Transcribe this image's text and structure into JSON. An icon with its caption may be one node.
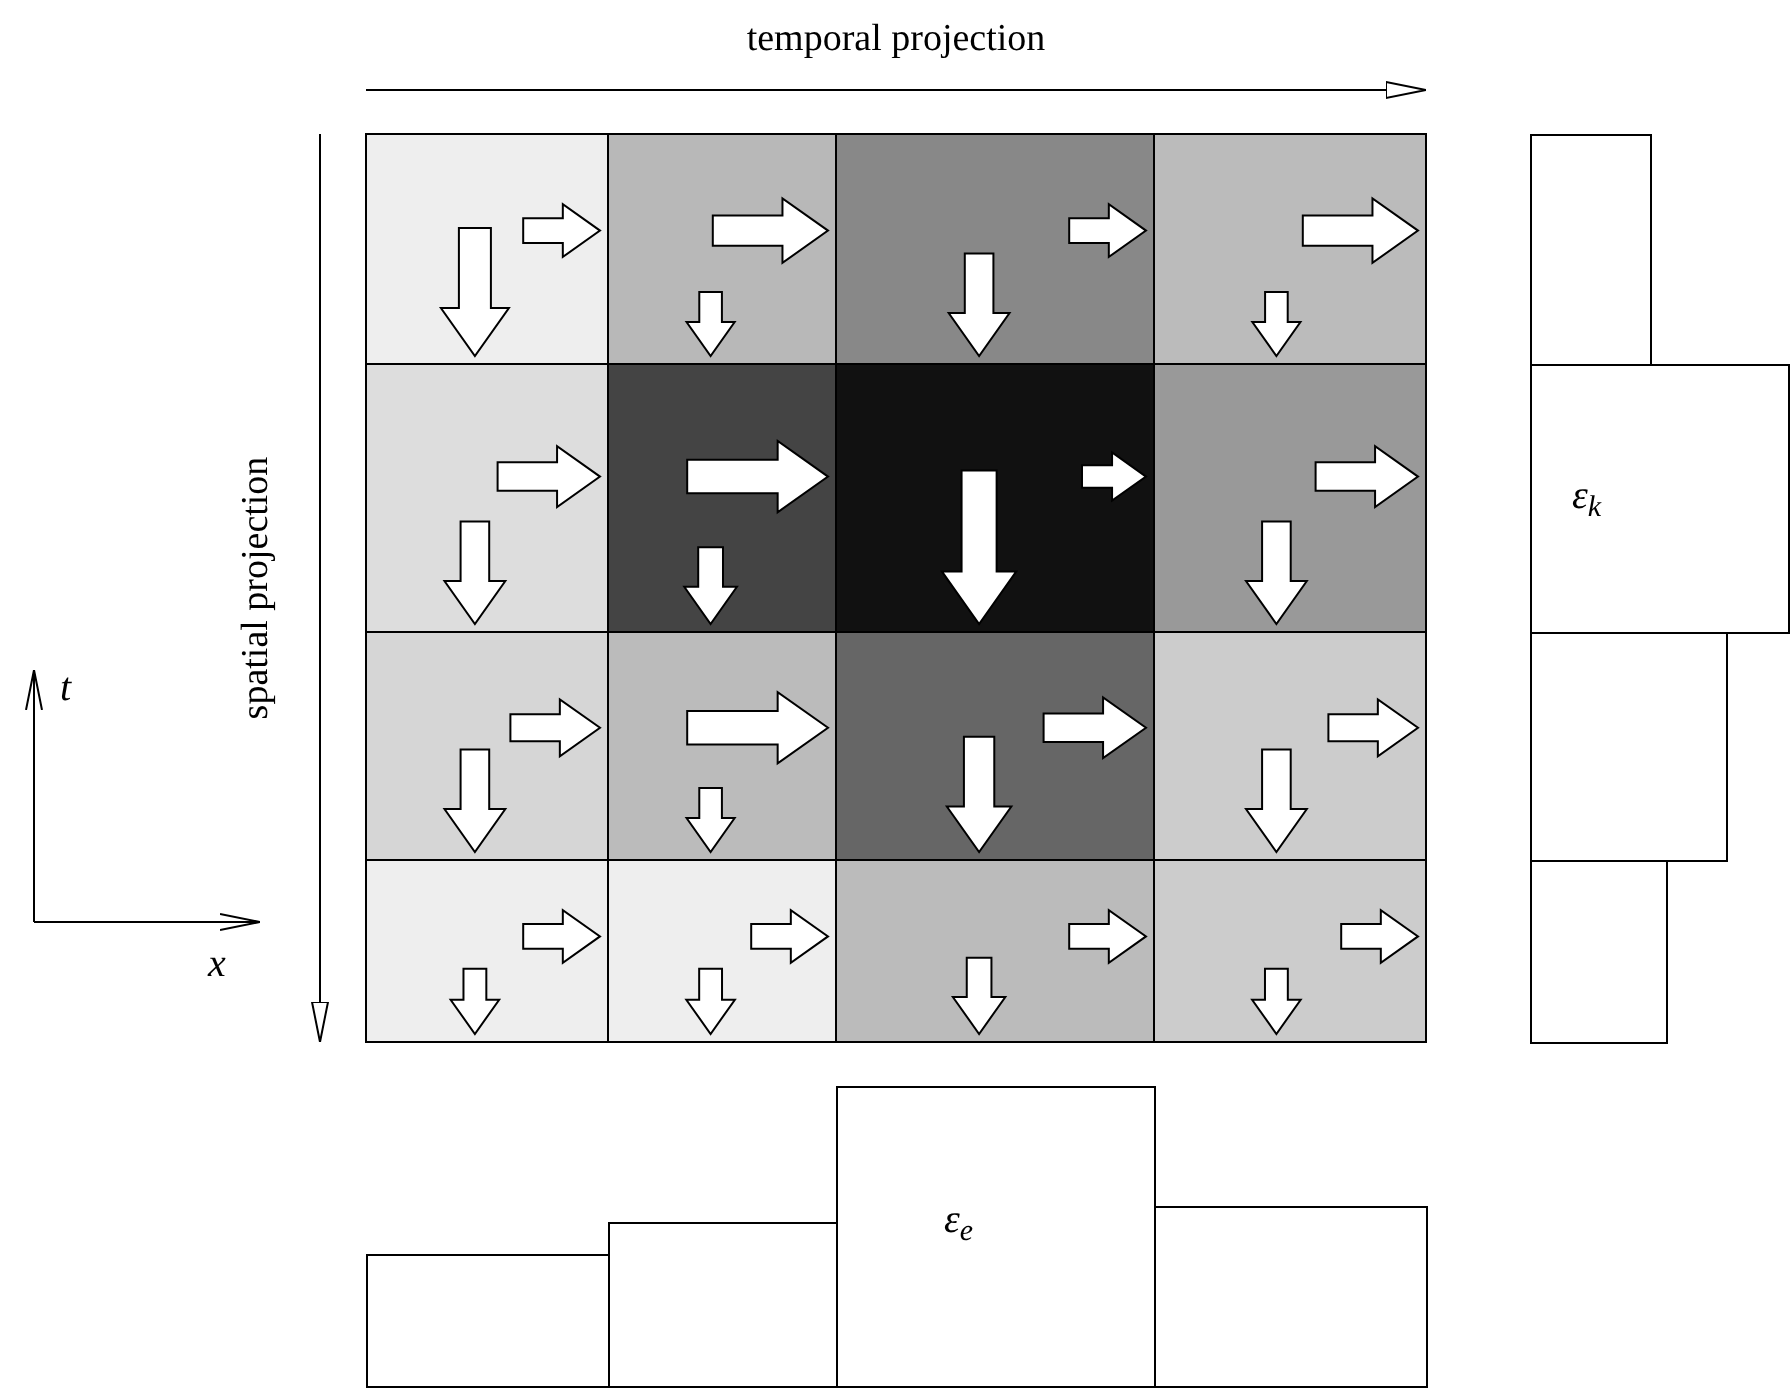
{
  "diagram": {
    "nodes": [
      {
        "text": [],
        "shape": "bar"
      },
      {
        "text": [
          "ε$_{k}$"
        ]
      },
      {
        "text": [],
        "shape": "bar"
      },
      {
        "text": [],
        "shape": "bar"
      },
      {
        "text": [],
        "shape": "bar"
      },
      {
        "text": [],
        "shape": "bar"
      },
      {
        "text": [
          "ε$_{e}$"
        ]
      },
      {
        "text": [],
        "shape": "bar"
      }
    ],
    "edges": [],
    "labels": [
      "temporal projection",
      "spatial projection",
      "t",
      "x"
    ]
  }
}
